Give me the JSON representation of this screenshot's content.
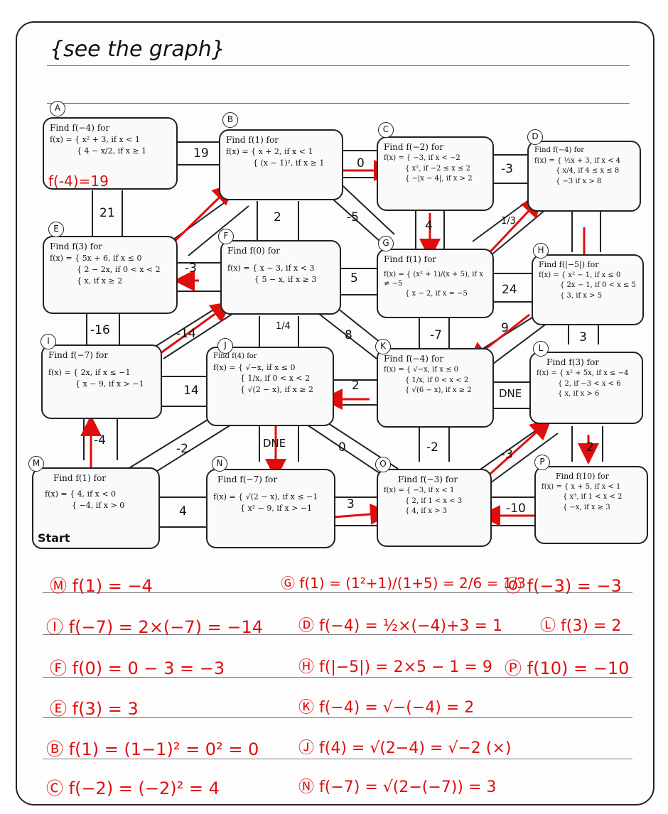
{
  "header": {
    "note": "{see the graph}"
  },
  "boxes": [
    {
      "label": "A",
      "title": "Find f(−4) for",
      "def": [
        "f(x) = { x² + 3, if x < 1",
        "{ 4 − x/2, if x ≥ 1"
      ],
      "work": "f(-4)=19"
    },
    {
      "label": "B",
      "title": "Find f(1) for",
      "def": [
        "f(x) = { x + 2, if x < 1",
        "{ (x − 1)², if x ≥ 1"
      ]
    },
    {
      "label": "C",
      "title": "Find f(−2) for",
      "def": [
        "f(x) = { −3, if x < −2",
        "{ x², if −2 ≤ x ≤ 2",
        "{ −|x − 4|, if x > 2"
      ]
    },
    {
      "label": "D",
      "title": "Find f(−4) for",
      "def": [
        "f(x) = { ½x + 3, if x < 4",
        "{ x/4, if 4 ≤ x ≤ 8",
        "{ −3 if x > 8"
      ]
    },
    {
      "label": "E",
      "title": "Find f(3) for",
      "def": [
        "f(x) = { 5x + 6, if x ≤ 0",
        "{ 2 − 2x, if 0 < x < 2",
        "{ x, if x ≥ 2"
      ]
    },
    {
      "label": "F",
      "title": "Find f(0) for",
      "def": [
        "f(x) = { x − 3, if x < 3",
        "{ 5 − x, if x ≥ 3"
      ]
    },
    {
      "label": "G",
      "title": "Find f(1) for",
      "def": [
        "f(x) = { (x² + 1)/(x + 5), if x ≠ −5",
        "{ x − 2, if x = −5"
      ]
    },
    {
      "label": "H",
      "title": "Find f(|−5|) for",
      "def": [
        "f(x) = { x² − 1, if x ≤ 0",
        "{ 2x − 1, if 0 < x ≤ 5",
        "{ 3, if x > 5"
      ]
    },
    {
      "label": "I",
      "title": "Find f(−7) for",
      "def": [
        "f(x) = { 2x, if x ≤ −1",
        "{ x − 9, if x > −1"
      ]
    },
    {
      "label": "J",
      "title": "Find f(4) for",
      "def": [
        "f(x) = { √−x, if x ≤ 0",
        "{ 1/x, if 0 < x < 2",
        "{ √(2 − x), if x ≥ 2"
      ]
    },
    {
      "label": "K",
      "title": "Find f(−4) for",
      "def": [
        "f(x) = { √−x, if x ≤ 0",
        "{ 1/x, if 0 < x < 2",
        "{ √(6 − x), if x ≥ 2"
      ]
    },
    {
      "label": "L",
      "title": "Find f(3) for",
      "def": [
        "f(x) = { x² + 5x, if x ≤ −4",
        "{ 2, if −3 < x < 6",
        "{ x, if x > 6"
      ]
    },
    {
      "label": "M",
      "title": "Find f(1) for",
      "def": [
        "f(x) = { 4, if x < 0",
        "{ −4, if x > 0"
      ],
      "extra": "Start"
    },
    {
      "label": "N",
      "title": "Find f(−7) for",
      "def": [
        "f(x) = { √(2 − x), if x ≤ −1",
        "{ x² − 9, if x > −1"
      ]
    },
    {
      "label": "O",
      "title": "Find f(−3) for",
      "def": [
        "f(x) = { −3, if x < 1",
        "{ 2, if 1 < x < 3",
        "{ 4, if x > 3"
      ]
    },
    {
      "label": "P",
      "title": "Find f(10) for",
      "def": [
        "f(x) = { x + 5, if x < 1",
        "{ x³, if 1 < x < 2",
        "{ −x, if x ≥ 3"
      ]
    }
  ],
  "edges": [
    "19",
    "0",
    "-3",
    "21",
    "2",
    "-5",
    "4",
    "1/3",
    "-3",
    "5",
    "24",
    "-16",
    "-14",
    "1/4",
    "8",
    "-7",
    "9",
    "3",
    "14",
    "2",
    "DNE",
    "-4",
    "-2",
    "DNE",
    "0",
    "-2",
    "-3",
    "2",
    "4",
    "3",
    "-10"
  ],
  "answers": [
    "Ⓜ f(1) = −4",
    "Ⓖ f(1) = (1²+1)/(1+5) = 2/6 = 1/3",
    "Ⓞ f(−3) = −3",
    "Ⓘ f(−7) = 2×(−7) = −14",
    "Ⓓ f(−4) = ½×(−4)+3 = 1",
    "Ⓛ f(3) = 2",
    "Ⓕ f(0) = 0 − 3 = −3",
    "Ⓗ f(|−5|) = 2×5 − 1 = 9",
    "Ⓟ f(10) = −10",
    "Ⓔ f(3) = 3",
    "Ⓚ f(−4) = √−(−4) = 2",
    "Ⓑ f(1) = (1−1)² = 0² = 0",
    "Ⓙ f(4) = √(2−4) = √−2 (×)",
    "Ⓒ f(−2) = (−2)² = 4",
    "Ⓝ f(−7) = √(2−(−7)) = 3"
  ],
  "colors": {
    "ink": "#111111",
    "pen": "#e10d0d"
  }
}
